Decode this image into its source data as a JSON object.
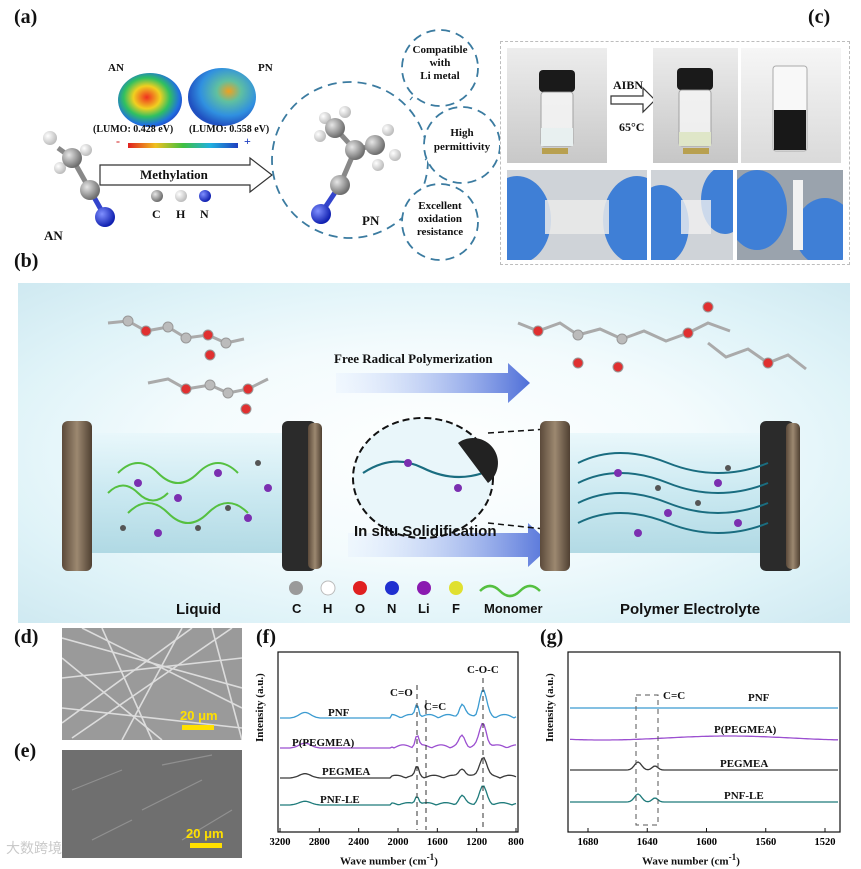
{
  "panel_labels": {
    "a": "(a)",
    "b": "(b)",
    "c": "(c)",
    "d": "(d)",
    "e": "(e)",
    "f": "(f)",
    "g": "(g)"
  },
  "panel_a": {
    "an_map_label": "AN",
    "pn_map_label": "PN",
    "an_lumo": "(LUMO: 0.428 eV)",
    "pn_lumo": "(LUMO: 0.558 eV)",
    "scale_minus": "-",
    "scale_plus": "+",
    "arrow_label": "Methylation",
    "an_molecule_label": "AN",
    "pn_molecule_label": "PN",
    "legend": [
      "C",
      "H",
      "N"
    ],
    "properties": [
      {
        "line1": "Compatible",
        "line2": "with",
        "line3": "Li metal"
      },
      {
        "line1": "High",
        "line2": "permittivity"
      },
      {
        "line1": "Excellent",
        "line2": "oxidation",
        "line3": "resistance"
      }
    ]
  },
  "panel_c": {
    "reagent": "AIBN",
    "temperature": "65°C"
  },
  "panel_b": {
    "polymerization_label": "Free  Radical  Polymerization",
    "solidification_label": "In situ Solidification",
    "liquid_label": "Liquid",
    "polymer_label": "Polymer Electrolyte",
    "legend": [
      "C",
      "H",
      "O",
      "N",
      "Li",
      "F",
      "Monomer"
    ]
  },
  "panel_d": {
    "scalebar": "20 μm"
  },
  "panel_e": {
    "scalebar": "20 μm"
  },
  "panel_f": {
    "ylabel": "Intensity (a.u.)",
    "xlabel": "Wave number (cm",
    "xlabel_sup": "-1",
    "xlabel_end": ")",
    "ticks": [
      "3200",
      "2800",
      "2400",
      "2000",
      "1600",
      "1200",
      "800"
    ],
    "peaks": [
      "C=O",
      "C=C",
      "C-O-C"
    ],
    "series": [
      {
        "name": "PNF",
        "color": "#3b9bd1"
      },
      {
        "name": "P(PEGMEA)",
        "color": "#9b4fd0"
      },
      {
        "name": "PEGMEA",
        "color": "#3a3a3a"
      },
      {
        "name": "PNF-LE",
        "color": "#1f7b7b"
      }
    ]
  },
  "panel_g": {
    "ylabel": "Intensity (a.u.)",
    "xlabel": "Wave number (cm",
    "xlabel_sup": "-1",
    "xlabel_end": ")",
    "ticks": [
      "1680",
      "1640",
      "1600",
      "1560",
      "1520"
    ],
    "peak": "C=C",
    "series": [
      {
        "name": "PNF",
        "color": "#3b9bd1"
      },
      {
        "name": "P(PEGMEA)",
        "color": "#9b4fd0"
      },
      {
        "name": "PEGMEA",
        "color": "#3a3a3a"
      },
      {
        "name": "PNF-LE",
        "color": "#1f7b7b"
      }
    ]
  },
  "watermark": "大数跨境"
}
